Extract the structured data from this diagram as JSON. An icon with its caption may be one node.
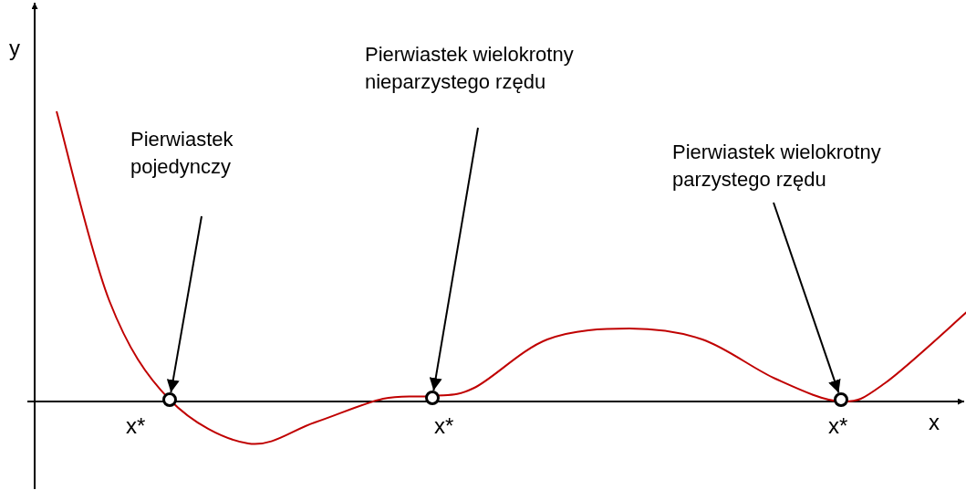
{
  "diagram": {
    "nodes": [
      {
        "text": [
          "Pierwiastek pojedynczy"
        ]
      },
      {
        "text": [
          "Pierwiastek wielokrotny nieparzystego rzędu"
        ]
      },
      {
        "text": [
          "Pierwiastek wielokrotny parzystego rzędu"
        ]
      },
      {
        "text": [],
        "shape": "circle"
      },
      {
        "text": [],
        "shape": "circle"
      },
      {
        "text": [],
        "shape": "circle"
      }
    ],
    "edges": [
      {
        "from": 0,
        "to": 3,
        "arrow": "to"
      },
      {
        "from": 1,
        "to": 4,
        "arrow": "to"
      },
      {
        "from": 2,
        "to": 5,
        "arrow": "to"
      }
    ],
    "labels": [
      "y",
      "x*",
      "x*",
      "x*",
      "x"
    ]
  }
}
